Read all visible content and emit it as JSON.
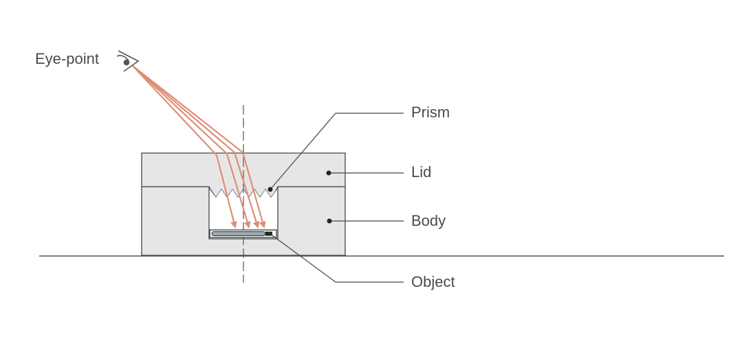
{
  "labels": {
    "eye_point": "Eye-point",
    "prism": "Prism",
    "lid": "Lid",
    "body": "Body",
    "object": "Object"
  },
  "icons": {
    "eye": "eye-icon"
  },
  "colors": {
    "ray": "#dd8e74",
    "line": "#444444",
    "fill": "#e6e6e6",
    "object_fill": "#9aa8b8",
    "text": "#4a4a4a"
  }
}
